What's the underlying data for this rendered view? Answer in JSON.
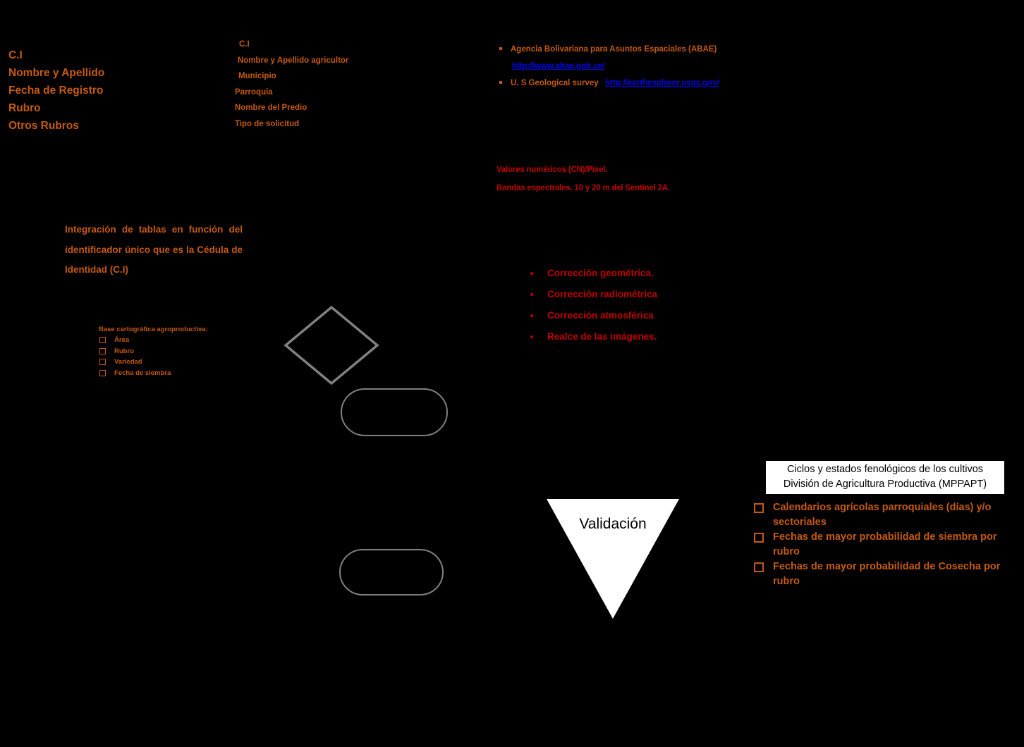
{
  "colors": {
    "background": "#000000",
    "accent_orange": "#C55A11",
    "accent_red": "#C00000",
    "link_blue": "#0000EE",
    "shape_stroke": "#808080",
    "shape_fill_white": "#FFFFFF"
  },
  "registry_fields": {
    "items": [
      "C.I",
      "Nombre y Apellido",
      "Fecha de Registro",
      "Rubro",
      "Otros Rubros"
    ]
  },
  "farmer_fields": {
    "items": [
      "C.I",
      "Nombre y Apellido agricultor",
      "Municipio",
      "Parroquia",
      "Nombre del Predio",
      "Tipo de solicitud"
    ]
  },
  "sources": {
    "items": [
      {
        "label": "Agencia Bolivariana para Asuntos Espaciales (ABAE)",
        "url": "http://www.abae.gob.ve/"
      },
      {
        "label": "U. S Geological survey",
        "url": "http://earthexplorer.usgs.gov/"
      }
    ]
  },
  "pixel_values": {
    "lines": [
      "Valores numéricos (CN)/Pixel.",
      "Bandas espectrales. 10 y 20 m del Sentinel 2A."
    ]
  },
  "corrections": {
    "items": [
      "Corrección geométrica.",
      "Corrección radiométrica",
      "Corrección atmosférica",
      "Realce de las imágenes."
    ]
  },
  "integration": {
    "text": "Integración de tablas en función del identificador único que es la Cédula de Identidad (C.I)"
  },
  "carto_base": {
    "title": "Base cartográfica agroproductiva:",
    "items": [
      "Área",
      "Rubro",
      "Variedad",
      "Fecha de siembra"
    ]
  },
  "phenology": {
    "header_line1": "Ciclos y estados fenológicos de los cultivos",
    "header_line2": "División de Agricultura Productiva (MPPAPT)",
    "items": [
      "Calendarios agrícolas parroquiales (días) y/o sectoriales",
      "Fechas de mayor probabilidad de siembra por rubro",
      "Fechas de mayor probabilidad de Cosecha por rubro"
    ]
  },
  "validation": {
    "label": "Validación"
  }
}
